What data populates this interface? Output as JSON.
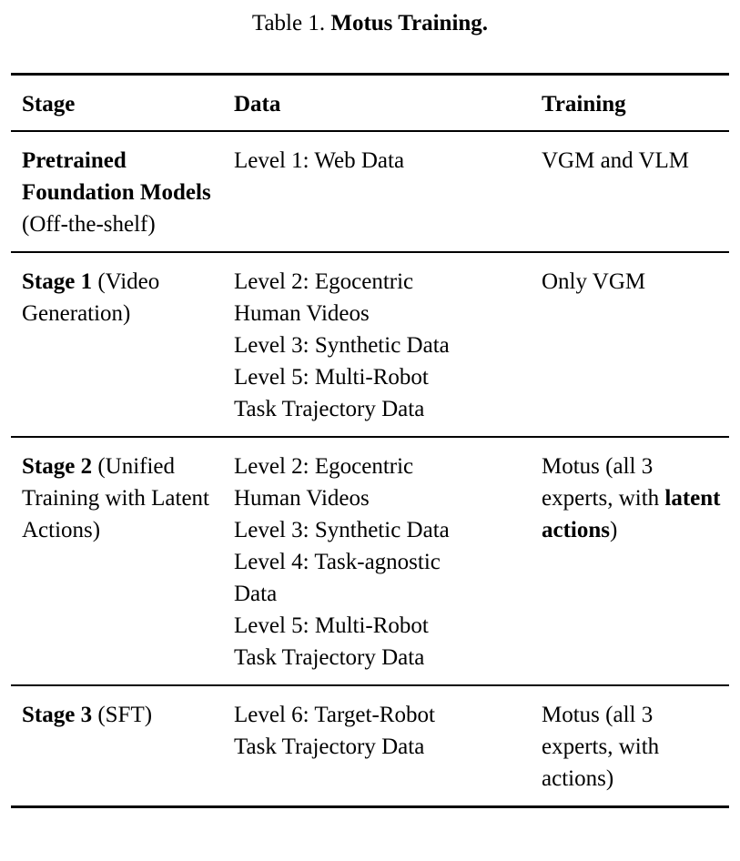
{
  "caption": {
    "label": "Table 1. ",
    "title": "Motus Training."
  },
  "table": {
    "columns": [
      {
        "key": "stage",
        "header": "Stage"
      },
      {
        "key": "data",
        "header": "Data"
      },
      {
        "key": "training",
        "header": "Training"
      }
    ],
    "rows": [
      {
        "stage_bold": "Pretrained Foundation Models",
        "stage_rest": "(Off-the-shelf)",
        "data_lines": [
          "Level 1: Web Data"
        ],
        "training_lines": [
          "VGM and VLM"
        ],
        "training_bold": ""
      },
      {
        "stage_bold": "Stage 1",
        "stage_rest": " (Video Generation)",
        "data_lines": [
          "Level 2: Egocentric",
          "Human Videos",
          "Level 3: Synthetic Data",
          "Level 5: Multi-Robot",
          "Task Trajectory Data"
        ],
        "training_lines": [
          "Only VGM"
        ],
        "training_bold": ""
      },
      {
        "stage_bold": "Stage 2",
        "stage_rest": " (Unified Training with Latent Actions)",
        "data_lines": [
          "Level 2: Egocentric",
          "Human Videos",
          "Level 3: Synthetic Data",
          "Level 4: Task-agnostic",
          "Data",
          "Level 5: Multi-Robot",
          "Task Trajectory Data"
        ],
        "training_lines": [
          "Motus (all 3",
          "experts, with "
        ],
        "training_bold": "latent actions",
        "training_tail": ")"
      },
      {
        "stage_bold": "Stage 3",
        "stage_rest": " (SFT)",
        "data_lines": [
          "Level 6: Target-Robot",
          "Task Trajectory Data"
        ],
        "training_lines": [
          "Motus (all 3",
          "experts, with",
          "actions)"
        ],
        "training_bold": ""
      }
    ]
  }
}
